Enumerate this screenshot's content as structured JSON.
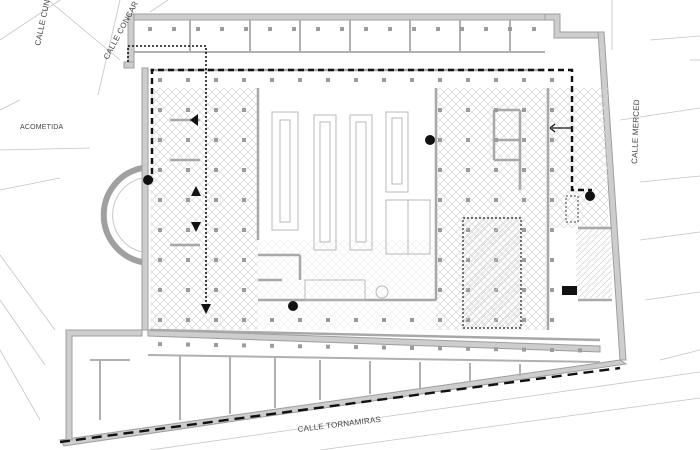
{
  "labels": {
    "calle_cuncia": "CALLE CUNCI",
    "calle_concarera": "CALLE CONCAR",
    "acometida": "ACOMETIDA",
    "calle_merced": "CALLE MERCED",
    "calle_tornamiras": "CALLE TORNAMIRAS"
  },
  "colors": {
    "wall": "#a6a6a6",
    "wall_fill": "#cfcfcf",
    "pillar": "#9a9a9a",
    "street_line": "#bdbdbd",
    "hatch": "#d9d9d9",
    "route": "#111111"
  },
  "markers": [
    {
      "name": "dot-marker",
      "type": "dot"
    },
    {
      "name": "arrow-marker",
      "type": "triangle"
    }
  ]
}
